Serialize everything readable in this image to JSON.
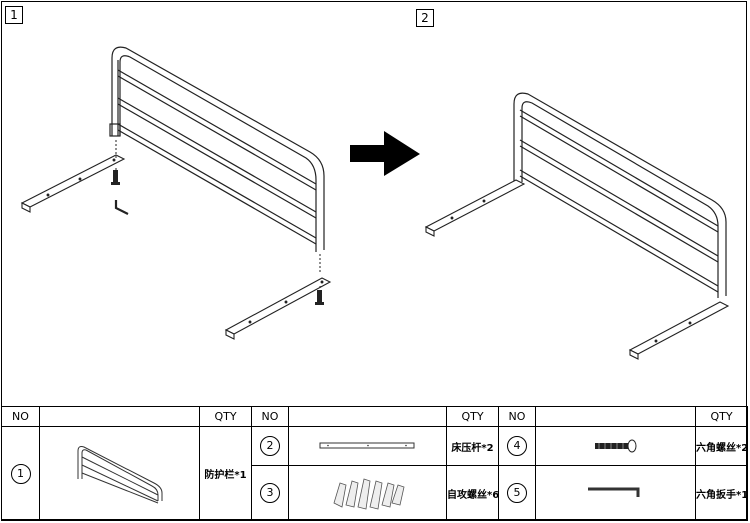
{
  "steps": {
    "step1": "1",
    "step2": "2"
  },
  "table": {
    "headers": [
      "NO",
      "",
      "QTY",
      "NO",
      "",
      "QTY",
      "NO",
      "",
      "QTY"
    ],
    "rows": [
      [
        {
          "no": "1",
          "qty": "防护栏*1",
          "icon": "guard-rail-icon"
        },
        {
          "no": "2",
          "qty": "床压杆*2",
          "icon": "bed-press-bar-icon"
        },
        {
          "no": "4",
          "qty": "六角螺丝*2",
          "icon": "hex-screw-icon"
        }
      ],
      [
        {
          "no": "",
          "qty": "",
          "icon": ""
        },
        {
          "no": "3",
          "qty": "自攻螺丝*6",
          "icon": "self-tapping-screws-icon"
        },
        {
          "no": "5",
          "qty": "六角扳手*1",
          "icon": "hex-key-icon"
        }
      ]
    ]
  },
  "icons": {
    "arrow": "right-arrow-icon"
  }
}
